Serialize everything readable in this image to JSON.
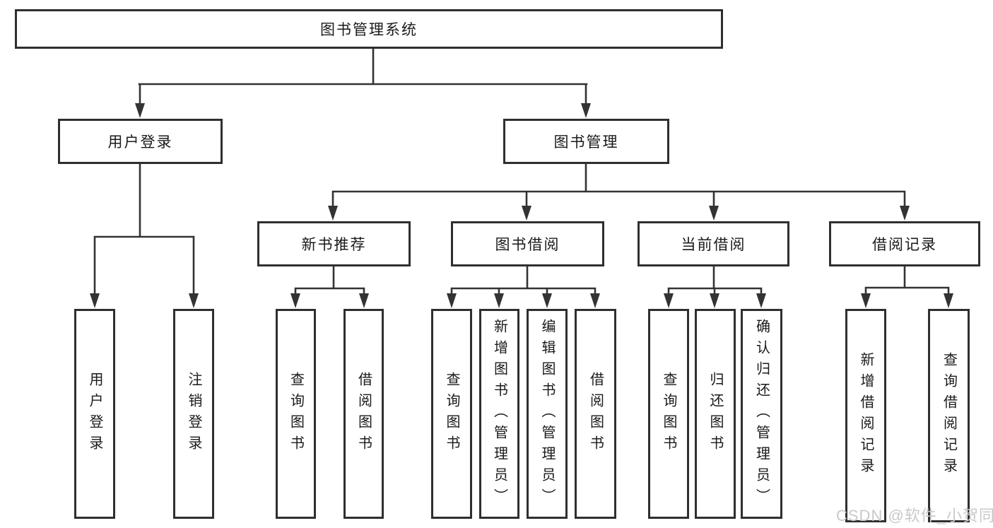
{
  "diagram": {
    "title": "图书管理系统",
    "type": "tree",
    "colors": {
      "line": "#333333",
      "box_border": "#2f2f2f",
      "text": "#1a1a1a",
      "watermark": "#c9c9c9",
      "background": "#ffffff"
    },
    "nodes": {
      "root": {
        "label": "图书管理系统"
      },
      "level2": [
        {
          "label": "用户登录"
        },
        {
          "label": "图书管理"
        }
      ],
      "level3": [
        {
          "label": "新书推荐"
        },
        {
          "label": "图书借阅"
        },
        {
          "label": "当前借阅"
        },
        {
          "label": "借阅记录"
        }
      ],
      "leaves": [
        {
          "label": "用户登录",
          "parent": "用户登录"
        },
        {
          "label": "注销登录",
          "parent": "用户登录"
        },
        {
          "label": "查询图书",
          "parent": "新书推荐"
        },
        {
          "label": "借阅图书",
          "parent": "新书推荐"
        },
        {
          "label": "查询图书",
          "parent": "图书借阅"
        },
        {
          "label": "新增图书（管理员）",
          "parent": "图书借阅"
        },
        {
          "label": "编辑图书（管理员）",
          "parent": "图书借阅"
        },
        {
          "label": "借阅图书",
          "parent": "图书借阅"
        },
        {
          "label": "查询图书",
          "parent": "当前借阅"
        },
        {
          "label": "归还图书",
          "parent": "当前借阅"
        },
        {
          "label": "确认归还（管理员）",
          "parent": "当前借阅"
        },
        {
          "label": "新增借阅记录",
          "parent": "借阅记录"
        },
        {
          "label": "查询借阅记录",
          "parent": "借阅记录"
        }
      ]
    },
    "structure": {
      "图书管理系统": [
        "用户登录",
        "图书管理"
      ],
      "用户登录": [
        "用户登录",
        "注销登录"
      ],
      "图书管理": [
        "新书推荐",
        "图书借阅",
        "当前借阅",
        "借阅记录"
      ],
      "新书推荐": [
        "查询图书",
        "借阅图书"
      ],
      "图书借阅": [
        "查询图书",
        "新增图书（管理员）",
        "编辑图书（管理员）",
        "借阅图书"
      ],
      "当前借阅": [
        "查询图书",
        "归还图书",
        "确认归还（管理员）"
      ],
      "借阅记录": [
        "新增借阅记录",
        "查询借阅记录"
      ]
    }
  },
  "watermark": {
    "text": "CSDN @软件_小贺同学"
  }
}
